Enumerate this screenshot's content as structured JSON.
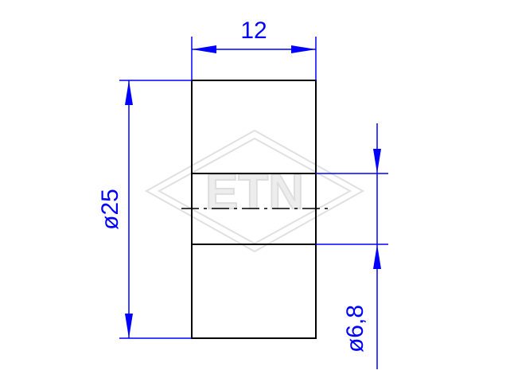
{
  "drawing": {
    "dimensions": {
      "width": "12",
      "outer_diameter": "ø25",
      "bore_diameter": "ø6,8"
    },
    "watermark": "ETN"
  },
  "colors": {
    "outline": "#000000",
    "dimension": "#0000ff",
    "watermark": "#cccccc"
  }
}
